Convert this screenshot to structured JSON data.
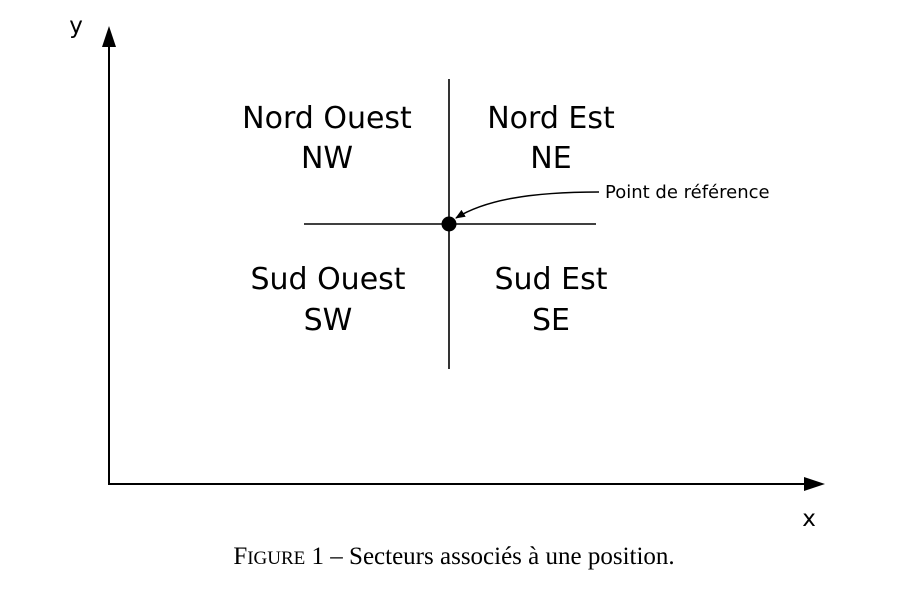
{
  "axes": {
    "x_label": "x",
    "y_label": "y"
  },
  "quadrants": {
    "nw": {
      "name": "Nord Ouest",
      "code": "NW"
    },
    "ne": {
      "name": "Nord Est",
      "code": "NE"
    },
    "sw": {
      "name": "Sud Ouest",
      "code": "SW"
    },
    "se": {
      "name": "Sud Est",
      "code": "SE"
    }
  },
  "reference_point": {
    "label": "Point de référence"
  },
  "caption": {
    "figure_initial": "F",
    "figure_rest": "IGURE",
    "number": "1",
    "separator": "–",
    "text": "Secteurs associés à une position."
  }
}
